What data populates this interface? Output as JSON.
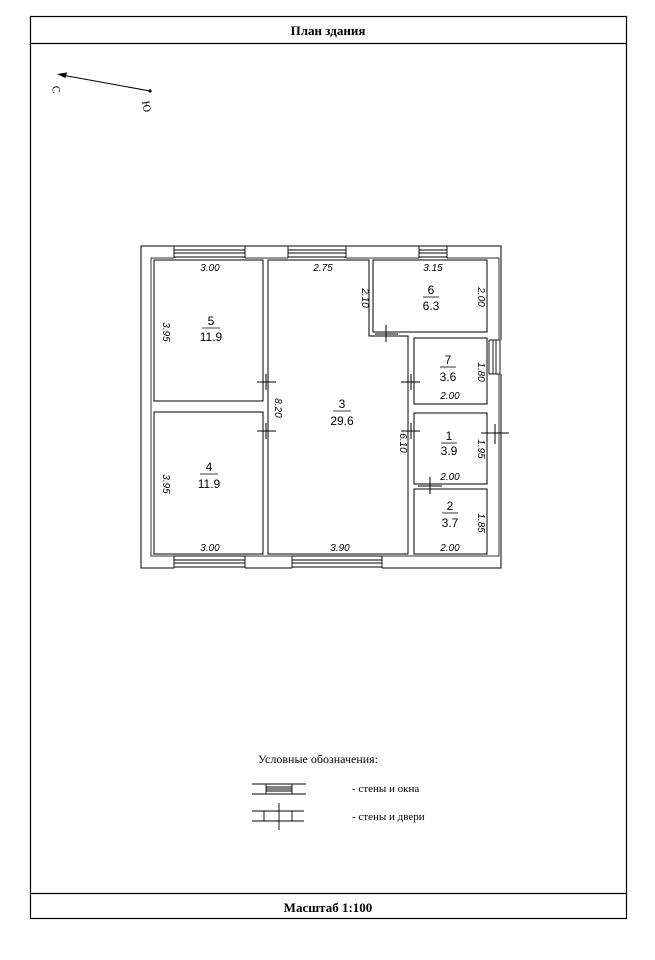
{
  "header": {
    "title": "План здания"
  },
  "footer": {
    "scale": "Масштаб 1:100"
  },
  "compass": {
    "north": "С",
    "south": "Ю"
  },
  "rooms": [
    {
      "number": "5",
      "area": "11.9"
    },
    {
      "number": "4",
      "area": "11.9"
    },
    {
      "number": "3",
      "area": "29.6"
    },
    {
      "number": "6",
      "area": "6.3"
    },
    {
      "number": "7",
      "area": "3.6"
    },
    {
      "number": "1",
      "area": "3.9"
    },
    {
      "number": "2",
      "area": "3.7"
    }
  ],
  "dimensions": {
    "room5_top": "3.00",
    "room5_side": "3.95",
    "room4_side": "3.95",
    "room4_bottom": "3.00",
    "room3_top": "2.75",
    "room3_bottom": "3.90",
    "room3_left": "8.20",
    "room3_right": "6.10",
    "room3_notch": "2.10",
    "room6_top": "3.15",
    "room6_side": "2.00",
    "room7_side": "1.80",
    "room7_bottom": "2.00",
    "room1_side": "1.95",
    "room1_bottom": "2.00",
    "room2_side": "1.85",
    "room2_bottom": "2.00"
  },
  "legend": {
    "title": "Условные обозначения:",
    "walls_windows": "- стены и окна",
    "walls_doors": "- стены и двери"
  }
}
